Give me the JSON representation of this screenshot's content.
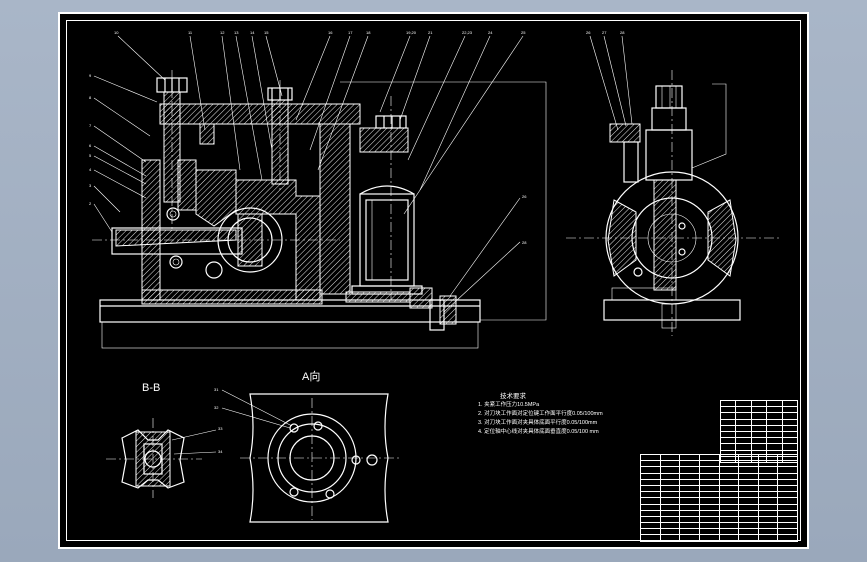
{
  "views": {
    "section_bb_label": "B-B",
    "view_a_label": "A向"
  },
  "tech_notes": {
    "title": "技术要求",
    "items": [
      "1. 夹紧工作压力10.5MPa",
      "2. 对刀块工作面对定位键工作面平行度0.05/100mm",
      "3. 对刀块工作面对夹具体底面平行度0.05/100mm",
      "4. 定位轴中心线对夹具体底面垂直度0.05/100  mm"
    ]
  },
  "colors": {
    "background": "#9aa8bb",
    "sheet": "#000000",
    "lines": "#ffffff"
  }
}
